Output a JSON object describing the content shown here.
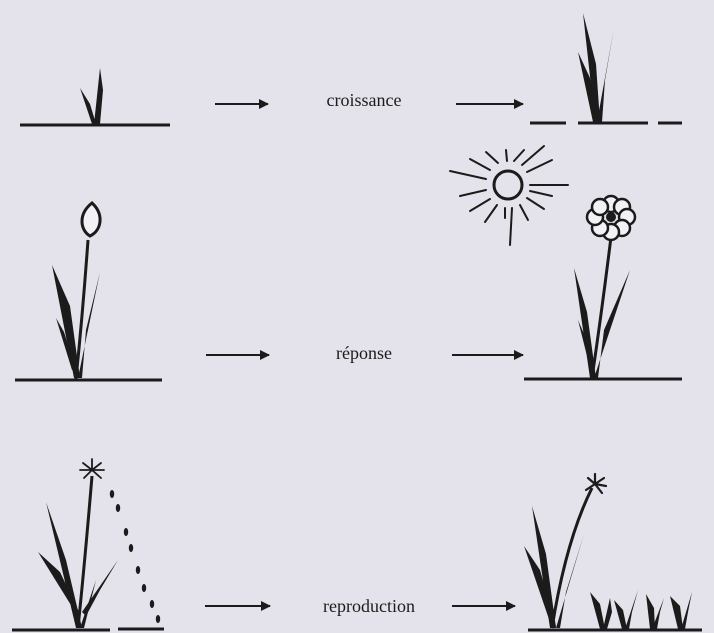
{
  "labels": {
    "growth": "croissance",
    "response": "réponse",
    "reproduction": "reproduction"
  },
  "colors": {
    "background": "#e4e2ea",
    "ink": "#1b1b1b"
  }
}
